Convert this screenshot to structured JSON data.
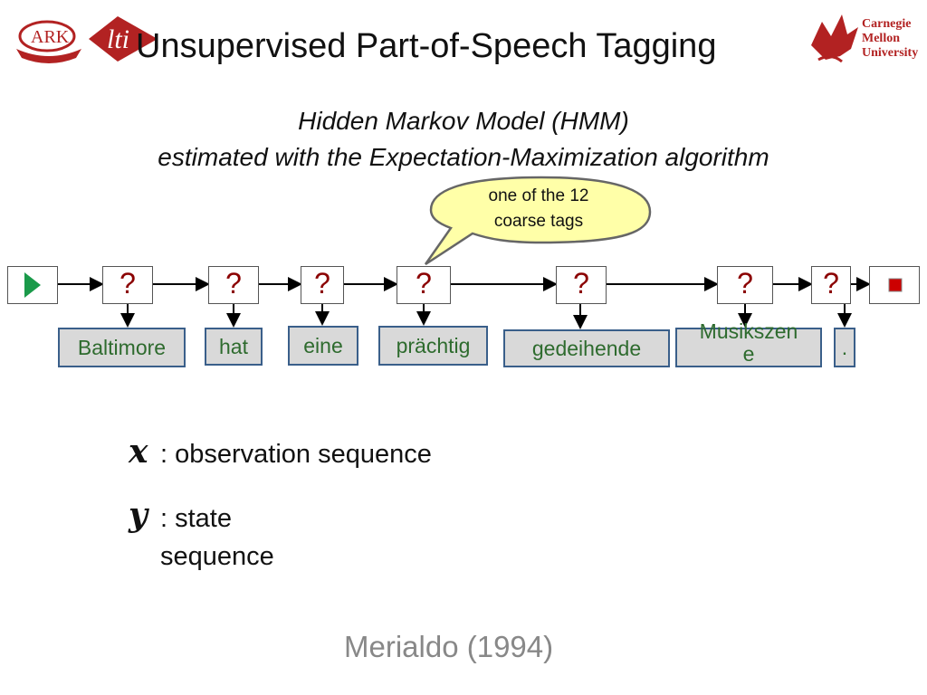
{
  "slide": {
    "title": "Unsupervised Part-of-Speech Tagging",
    "subtitle_line1": "Hidden Markov Model (HMM)",
    "subtitle_line2": "estimated with the Expectation-Maximization algorithm",
    "callout_line1": "one of the 12",
    "callout_line2": "coarse tags",
    "state_symbol": "?",
    "observations": [
      "Baltimore",
      "hat",
      "eine",
      "prächtig",
      "gedeihende",
      "Musikszene",
      "."
    ],
    "observation_wrapped": {
      "line1": "Musikszen",
      "line2": "e"
    },
    "legend_x_symbol": "x",
    "legend_x_text": ": observation sequence",
    "legend_y_symbol": "y",
    "legend_y_line1": ": state",
    "legend_y_line2": "sequence",
    "citation": "Merialdo (1994)"
  },
  "logos": {
    "ark_text": "ARK",
    "lti_text": "lti",
    "cmu_line1": "Carnegie",
    "cmu_line2": "Mellon",
    "cmu_line3": "University"
  },
  "colors": {
    "state_mark": "#8b0000",
    "word_text": "#2e6b2e",
    "word_fill": "#d9d9d9",
    "word_border": "#3a5f8a",
    "callout_fill": "#ffffa8",
    "start_triangle": "#1a9a4a",
    "stop_square": "#cc0000",
    "logo_red": "#b22222"
  }
}
